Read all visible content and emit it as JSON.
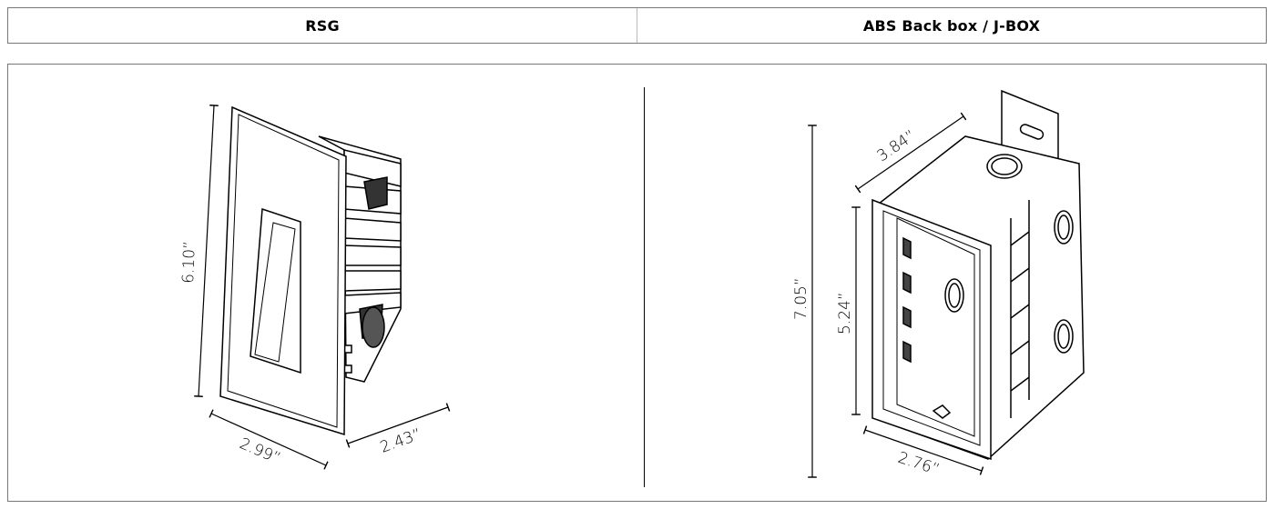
{
  "header": {
    "left_title": "RSG",
    "right_title": "ABS Back box / J-BOX"
  },
  "rsg": {
    "height": "6.10”",
    "width": "2.99”",
    "depth": "2.43”"
  },
  "jbox": {
    "overall_height": "7.05”",
    "depth": "3.84”",
    "frame_height": "5.24”",
    "width": "2.76”"
  }
}
